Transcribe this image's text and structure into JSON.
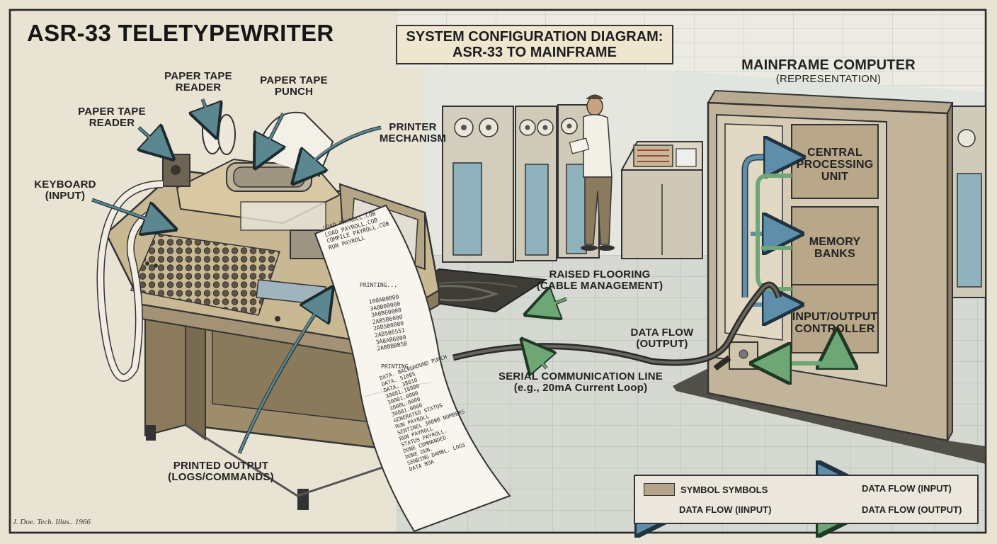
{
  "title": "ASR-33 TELETYPEWRITER",
  "diagram_title": "SYSTEM CONFIGURATION DIAGRAM:\nASR-33 TO MAINFRAME",
  "mainframe": {
    "title": "MAINFRAME COMPUTER",
    "subtitle": "(REPRESENTATION)",
    "units": {
      "cpu": "CENTRAL\nPROCESSING\nUNIT",
      "memory": "MEMORY\nBANKS",
      "io": "INPUT/OUTPUT\nCONTROLLER"
    }
  },
  "callouts": {
    "paper_tape_reader_top": "PAPER TAPE\nREADER",
    "paper_tape_reader_left": "PAPER TAPE\nREADER",
    "paper_tape_punch": "PAPER TAPE\nPUNCH",
    "printer_mechanism": "PRINTER\nMECHANISM",
    "keyboard": "KEYBOARD\n(INPUT)",
    "printed_output": "PRINTED OUTPUT\n(LOGS/COMMANDS)",
    "raised_flooring": "RAISED FLOORING\n(CABLE MANAGEMENT)",
    "data_flow_output": "DATA FLOW\n(OUTPUT)",
    "serial_line": "SERIAL COMMUNICATION LINE\n(e.g., 20mA Current Loop)"
  },
  "printout": {
    "commands": [
      "LOAD PAYROLL.COB",
      "LOAD PAYROLL.COB",
      "COMPILE PAYROLL.COB",
      "RUN PAYROLL"
    ],
    "printing_1": "PRINTING...",
    "numbers": [
      "100AB0B00",
      "3A0B00000",
      "3A0B60000",
      "2AB5B6000",
      "2AB5B0000",
      "2AB5B6551",
      "3A8AB6000",
      "2AB8BBB5B"
    ],
    "printing_2": "PRINTING...",
    "output_lines": [
      "DATA. BACKGROUND PUNCH",
      "DATA. 510BS",
      "DATA. 38810",
      "30081.18000",
      "30081.0000",
      "300BL.0000",
      "30081.0080",
      "GENERATED STATUS",
      "RUN PAYROLL",
      "SENTINEL 38BBB NUMBERS",
      "RUN PAYROLL",
      "STATUS PAYROLL.",
      "DONE COMMANDED.",
      "DONE DUN.",
      "SENDING DAMBL. LOGS",
      "DATA BOA"
    ]
  },
  "legend": {
    "items": [
      {
        "label": "SYMBOL SYMBOLS",
        "kind": "swatch"
      },
      {
        "label": "DATA FLOW (IINPUT)",
        "kind": "arrow-blue"
      },
      {
        "label": "DATA FLOW (INPUT)",
        "kind": "arrow-blue"
      },
      {
        "label": "DATA FLOW (OUTPUT)",
        "kind": "arrow-green"
      }
    ]
  },
  "signature": "J. Doe. Tech. Illus.. 1966",
  "colors": {
    "background": "#e9e3d3",
    "floor": "#c9cfc9",
    "beige_machine": "#c9b894",
    "dark_machine": "#8b7a5c",
    "cabinet": "#c2b49a",
    "flow_input": "#5f8eaa",
    "flow_output": "#6fa676",
    "ink": "#222222"
  }
}
